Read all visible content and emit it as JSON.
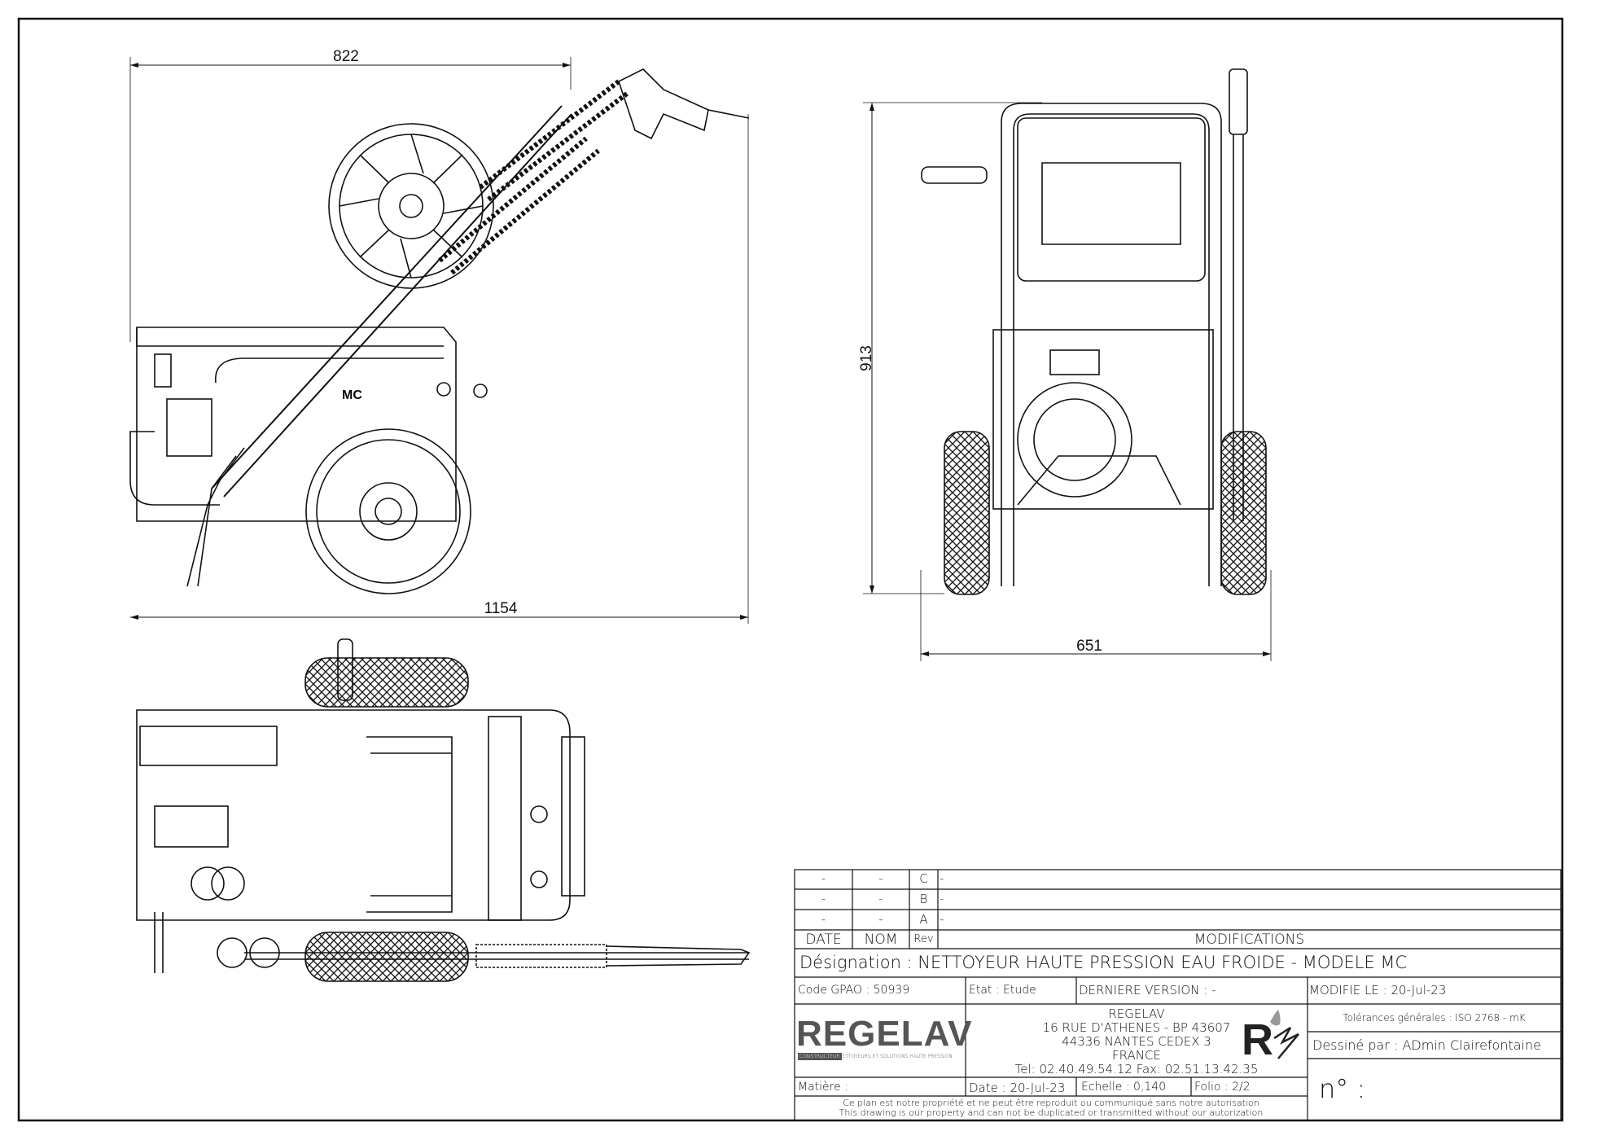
{
  "dimensions": {
    "side_length_top": "822",
    "side_length_bottom": "1154",
    "front_height": "913",
    "front_width": "651"
  },
  "side_view": {
    "label_mc": "MC"
  },
  "revisions": [
    {
      "date": "-",
      "nom": "-",
      "rev": "C",
      "modification": "-"
    },
    {
      "date": "-",
      "nom": "-",
      "rev": "B",
      "modification": "-"
    },
    {
      "date": "-",
      "nom": "-",
      "rev": "A",
      "modification": "-"
    }
  ],
  "revision_headers": {
    "date": "DATE",
    "nom": "NOM",
    "rev": "Rev",
    "modifications": "MODIFICATIONS"
  },
  "designation": "Désignation : NETTOYEUR HAUTE PRESSION EAU FROIDE - MODELE MC",
  "info": {
    "code": "Code GPAO : 50939",
    "etat": "Etat : Etude",
    "version": "DERNIERE VERSION : -",
    "modifie": "MODIFIE LE : 20-Jul-23"
  },
  "company": {
    "logo": "REGELAV",
    "logo_tag": "CONSTRUCTEUR",
    "logo_sub": "NETTOYEURS ET SOLUTIONS HAUTE PRESSION",
    "name": "REGELAV",
    "address1": "16 RUE D'ATHENES - BP 43607",
    "address2": "44336 NANTES CEDEX 3",
    "country": "FRANCE",
    "phone": "Tel:   02.40.49.54.12   Fax:  02.51.13.42.35"
  },
  "tolerances": "Tolérances générales : ISO 2768 - mK",
  "drawn_by": "Dessiné par : ADmin Clairefontaine",
  "matiere": "Matière :",
  "date": "Date : 20-Jul-23",
  "echelle": "Echelle : 0,140",
  "folio": "Folio : 2/2",
  "number_label": "n° :",
  "notice_fr": "Ce plan est notre propriété et ne peut être reproduit ou communiqué sans notre autorisation",
  "notice_en": "This drawing is our property and can not be duplicated or transmitted without our autorization"
}
